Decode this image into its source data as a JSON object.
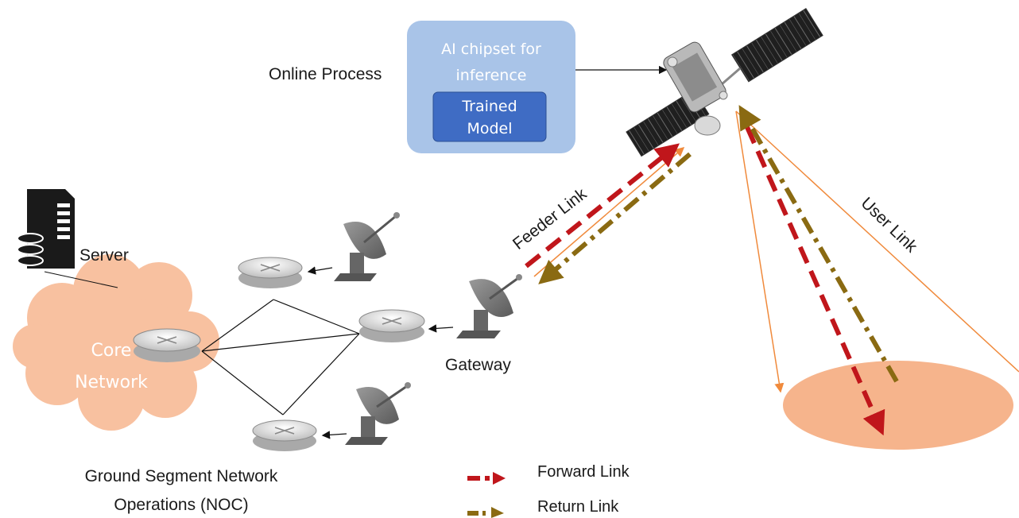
{
  "labels": {
    "online_process": "Online Process",
    "ai_chipset_line1": "AI chipset for",
    "ai_chipset_line2": "inference",
    "trained_line1": "Trained",
    "trained_line2": "Model",
    "feeder_link": "Feeder Link",
    "user_link": "User Link",
    "server": "Server",
    "core_line1": "Core",
    "core_line2": "Network",
    "gateway": "Gateway",
    "ground_line1": "Ground Segment Network",
    "ground_line2": "Operations (NOC)"
  },
  "legend": [
    {
      "label": "Forward Link",
      "color": "#c0161b"
    },
    {
      "label": "Return Link",
      "color": "#8a6a12"
    }
  ],
  "colors": {
    "forward": "#c0161b",
    "return": "#8a6a12",
    "beam": "#f08a3c",
    "cloud": "#f8c1a0",
    "footprint": "#f6b48c",
    "ai_box": "#a9c4e8",
    "model_box": "#3f6cc4"
  }
}
